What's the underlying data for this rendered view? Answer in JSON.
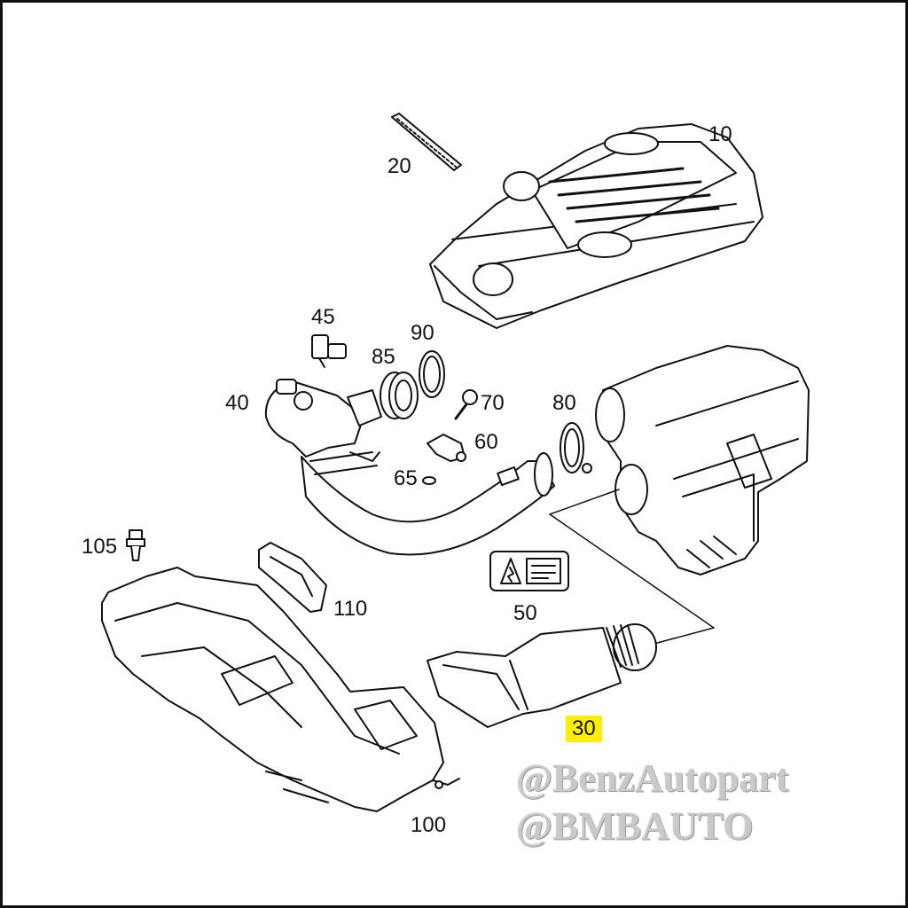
{
  "callouts": {
    "c10": "10",
    "c20": "20",
    "c30": "30",
    "c40": "40",
    "c45": "45",
    "c50": "50",
    "c60": "60",
    "c65": "65",
    "c70": "70",
    "c80": "80",
    "c85": "85",
    "c90": "90",
    "c100": "100",
    "c105": "105",
    "c110": "110"
  },
  "highlight_color": "#ffee00",
  "line_color": "#111111",
  "watermarks": {
    "line1": "@BenzAutopart",
    "line2": "@BMBAUTO"
  }
}
